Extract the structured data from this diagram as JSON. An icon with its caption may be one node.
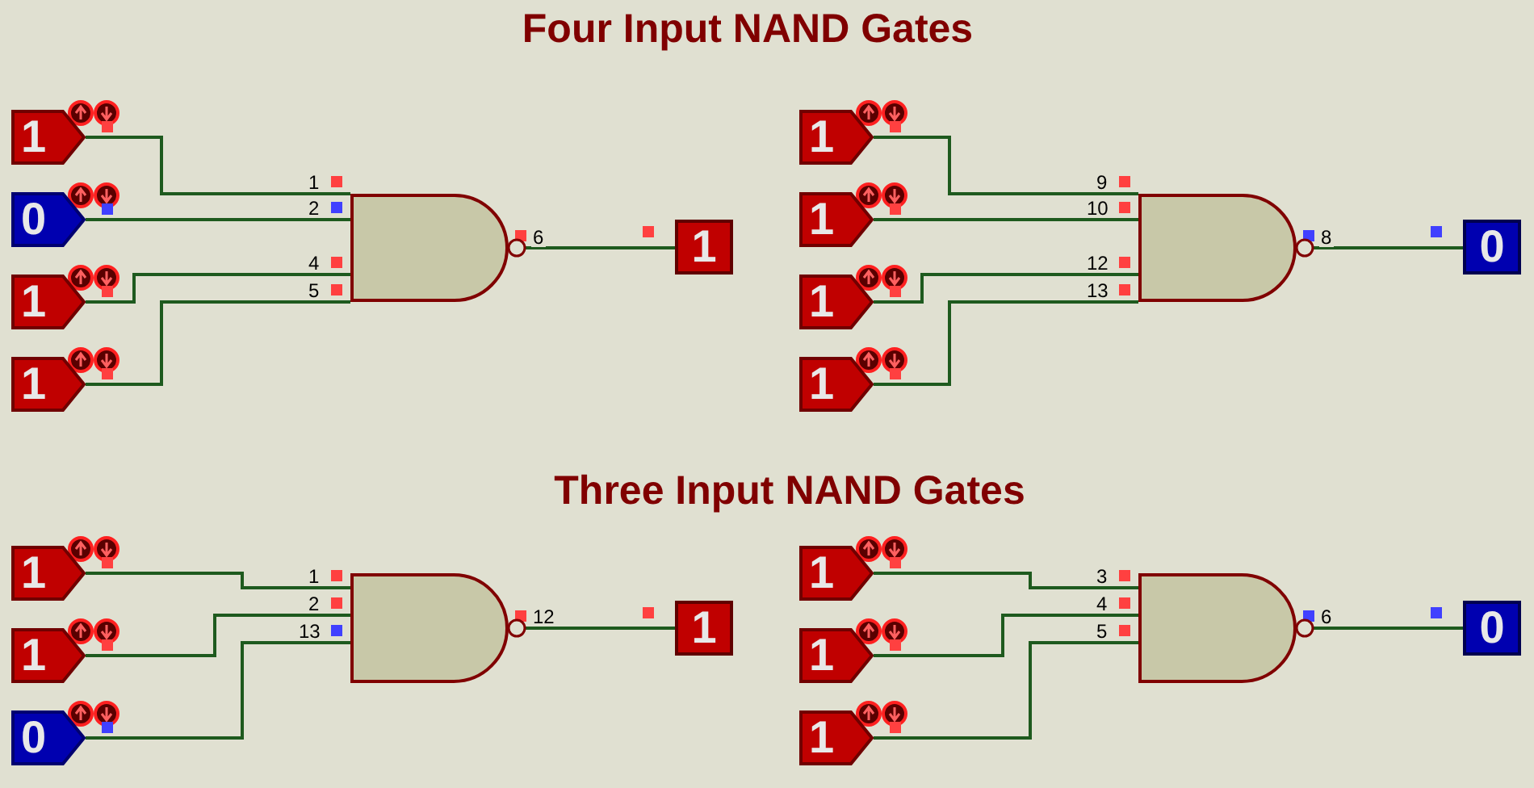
{
  "diagram": {
    "title": "Four Input NAND Gates",
    "nodes": [
      {
        "text": [
          "1"
        ]
      },
      {
        "text": [
          "0"
        ]
      },
      {
        "text": [
          "1"
        ]
      },
      {
        "text": [
          "1"
        ]
      },
      {
        "text": [],
        "shape": "gate"
      },
      {
        "text": [
          "1"
        ]
      },
      {
        "text": [
          "1"
        ]
      },
      {
        "text": [
          "1"
        ]
      },
      {
        "text": [
          "1"
        ]
      },
      {
        "text": [
          "1"
        ]
      },
      {
        "text": [],
        "shape": "gate"
      },
      {
        "text": [
          "0"
        ]
      },
      {
        "text": [
          "1"
        ]
      },
      {
        "text": [
          "1"
        ]
      },
      {
        "text": [
          "0"
        ]
      },
      {
        "text": [],
        "shape": "gate"
      },
      {
        "text": [
          "1"
        ]
      },
      {
        "text": [
          "1"
        ]
      },
      {
        "text": [
          "1"
        ]
      },
      {
        "text": [
          "1"
        ]
      },
      {
        "text": [],
        "shape": "gate"
      },
      {
        "text": [
          "0"
        ]
      }
    ],
    "edges": [
      {
        "from": 0,
        "to": 4,
        "arrow": "none",
        "label": "1"
      },
      {
        "from": 1,
        "to": 4,
        "arrow": "none",
        "label": "2"
      },
      {
        "from": 2,
        "to": 4,
        "arrow": "none",
        "label": "4"
      },
      {
        "from": 3,
        "to": 4,
        "arrow": "none",
        "label": "5"
      },
      {
        "from": 4,
        "to": 5,
        "arrow": "none",
        "label": "6"
      },
      {
        "from": 6,
        "to": 10,
        "arrow": "none",
        "label": "9"
      },
      {
        "from": 7,
        "to": 10,
        "arrow": "none",
        "label": "10"
      },
      {
        "from": 8,
        "to": 10,
        "arrow": "none",
        "label": "12"
      },
      {
        "from": 9,
        "to": 10,
        "arrow": "none",
        "label": "13"
      },
      {
        "from": 10,
        "to": 11,
        "arrow": "none",
        "label": "8"
      },
      {
        "from": 12,
        "to": 15,
        "arrow": "none",
        "label": "1"
      },
      {
        "from": 13,
        "to": 15,
        "arrow": "none",
        "label": "2"
      },
      {
        "from": 14,
        "to": 15,
        "arrow": "none",
        "label": "13"
      },
      {
        "from": 15,
        "to": 16,
        "arrow": "none",
        "label": "12"
      },
      {
        "from": 17,
        "to": 20,
        "arrow": "none",
        "label": "3"
      },
      {
        "from": 18,
        "to": 20,
        "arrow": "none",
        "label": "4"
      },
      {
        "from": 19,
        "to": 20,
        "arrow": "none",
        "label": "5"
      },
      {
        "from": 20,
        "to": 21,
        "arrow": "none",
        "label": "6"
      }
    ],
    "labels": [
      "Three Input NAND Gates"
    ]
  }
}
